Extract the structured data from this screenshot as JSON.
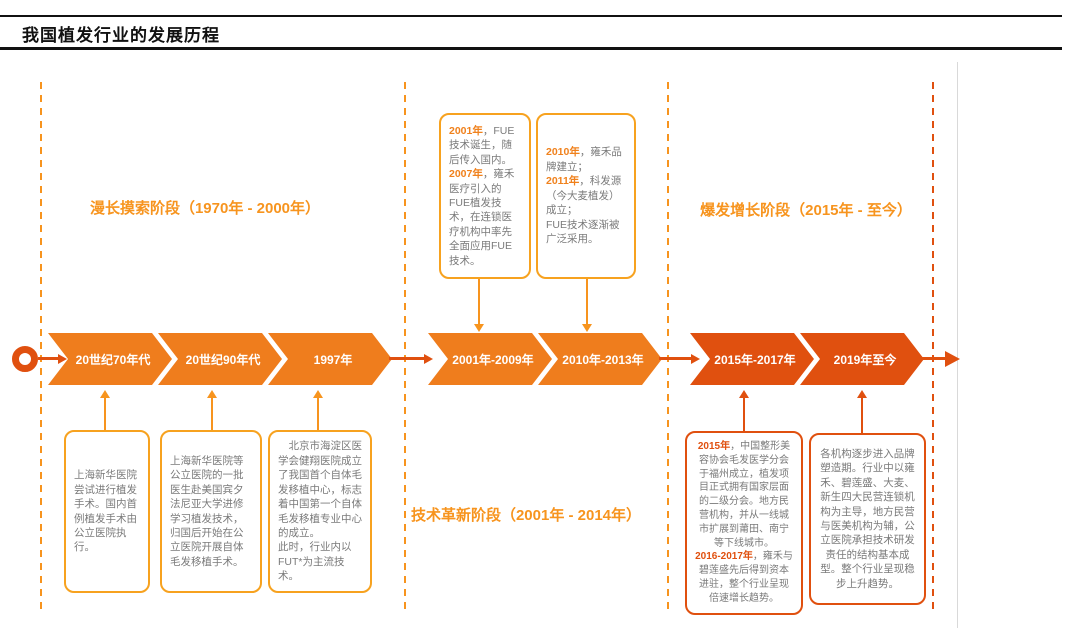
{
  "header": {
    "title": "我国植发行业的发展历程"
  },
  "phases": [
    {
      "label": "漫长摸索阶段（1970年 - 2000年）"
    },
    {
      "label": "技术革新阶段（2001年 - 2014年）"
    },
    {
      "label": "爆发增长阶段（2015年 - 至今）"
    }
  ],
  "timeline": {
    "chevrons": [
      {
        "label": "20世纪70年代",
        "tone": "light"
      },
      {
        "label": "20世纪90年代",
        "tone": "light"
      },
      {
        "label": "1997年",
        "tone": "light"
      },
      {
        "label": "2001年-2009年",
        "tone": "light"
      },
      {
        "label": "2010年-2013年",
        "tone": "light"
      },
      {
        "label": "2015年-2017年",
        "tone": "dark"
      },
      {
        "label": "2019年至今",
        "tone": "dark"
      }
    ]
  },
  "callouts": {
    "top_2001_2009": [
      {
        "t": "2001年",
        "hl": true
      },
      {
        "t": "，FUE技术诞生，随后传入国内。\n"
      },
      {
        "t": "2007年",
        "hl": true
      },
      {
        "t": "，雍禾医疗引入的FUE植发技术，在连锁医疗机构中率先全面应用FUE技术。"
      }
    ],
    "top_2010_2013": [
      {
        "t": "2010年",
        "hl": true
      },
      {
        "t": "，雍禾品牌建立；\n"
      },
      {
        "t": "2011年",
        "hl": true
      },
      {
        "t": "，科发源（今大麦植发）成立；\nFUE技术逐渐被广泛采用。"
      }
    ],
    "bottom_1970s": [
      {
        "t": "上海新华医院尝试进行植发手术。国内首例植发手术由公立医院执行。"
      }
    ],
    "bottom_1990s": [
      {
        "t": "上海新华医院等公立医院的一批医生赴美国宾夕法尼亚大学进修学习植发技术，归国后开始在公立医院开展自体毛发移植手术。"
      }
    ],
    "bottom_1997": [
      {
        "t": "　北京市海淀区医学会健翔医院成立了我国首个自体毛发移植中心，标志着中国第一个自体毛发移植专业中心的成立。\n此时，行业内以FUT*为主流技术。"
      }
    ],
    "bottom_2015_2017": [
      {
        "t": "2015年",
        "hl": true
      },
      {
        "t": "，中国整形美容协会毛发医学分会于福州成立，植发项目正式拥有国家层面的二级分会。地方民营机构，并从一线城市扩展到莆田、南宁等下线城市。\n"
      },
      {
        "t": "2016-2017年",
        "hl": true
      },
      {
        "t": "，雍禾与碧莲盛先后得到资本进驻，整个行业呈现倍速增长趋势。"
      }
    ],
    "bottom_2019": [
      {
        "t": "各机构逐步进入品牌塑造期。行业中以雍禾、碧莲盛、大麦、新生四大民营连锁机构为主导，地方民营与医美机构为辅，公立医院承担技术研发责任的结构基本成型。整个行业呈现稳步上升趋势。"
      }
    ]
  },
  "colors": {
    "accent_light": "#F7941E",
    "accent_dark": "#E0500F",
    "chevron_light": "#EF7D1D",
    "box_text_gray": "#7A7A7A",
    "title_black": "#111111"
  }
}
